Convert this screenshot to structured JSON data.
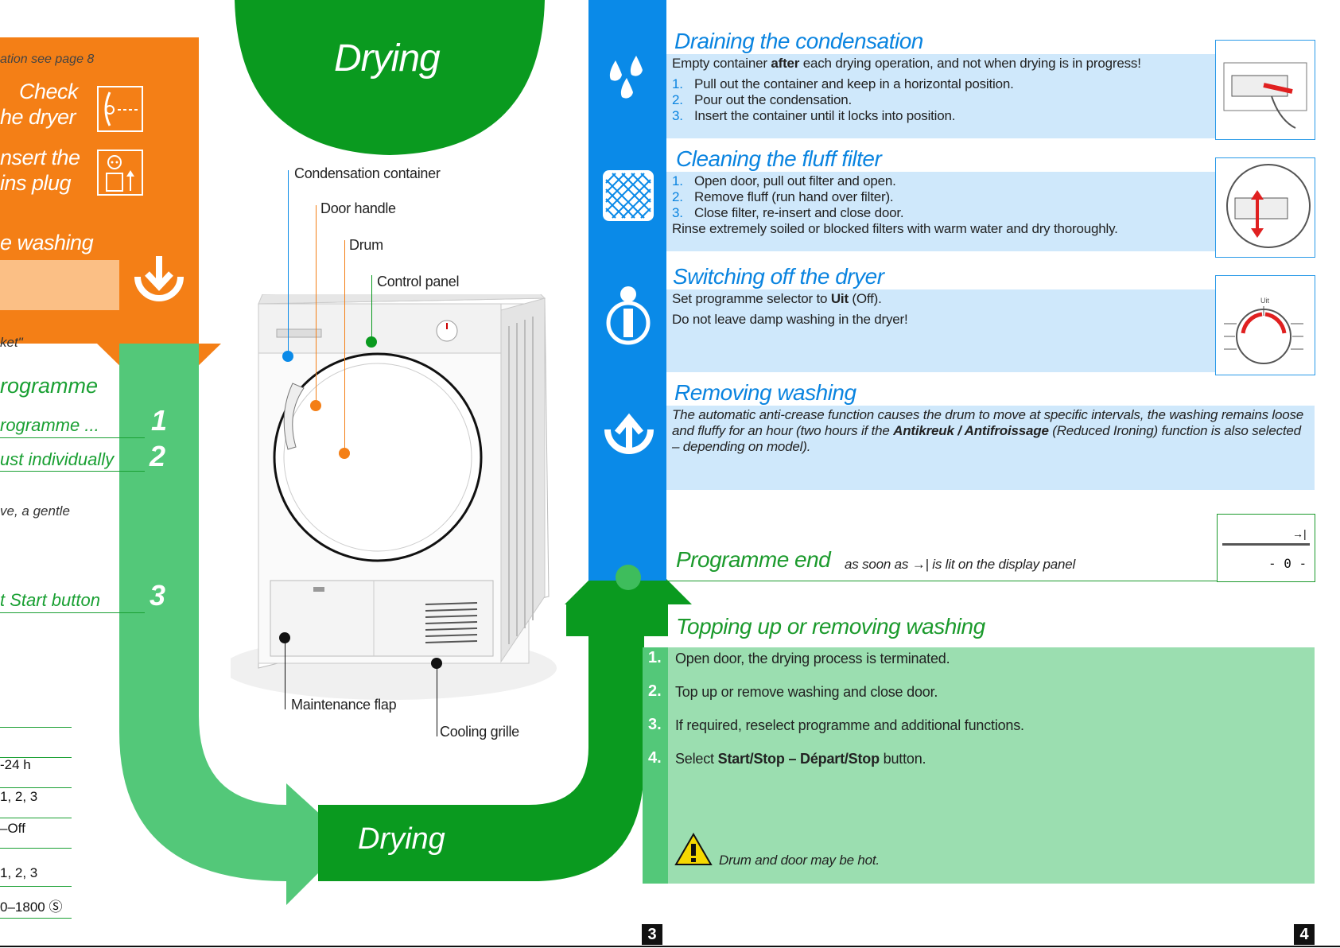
{
  "left": {
    "note": "ation see page 8",
    "check_1": "Check",
    "check_2": "he dryer",
    "insert_1": "nsert the",
    "insert_2": "ins plug",
    "washing": "e washing",
    "basket": "ket\"",
    "programme": "rogramme",
    "step1": "rogramme ...",
    "step2": "ust individually",
    "step_note": "ve, a gentle",
    "step3": "t Start button",
    "n1": "1",
    "n2": "2",
    "n3": "3",
    "table": [
      "-24 h",
      "1, 2, 3",
      "–Off",
      "1, 2, 3",
      "0–1800 Ⓢ"
    ]
  },
  "center": {
    "title": "Drying",
    "labels": {
      "condensation_container": "Condensation container",
      "door_handle": "Door handle",
      "drum": "Drum",
      "control_panel": "Control panel",
      "maintenance_flap": "Maintenance flap",
      "cooling_grille": "Cooling grille"
    },
    "bottom_label": "Drying"
  },
  "right": {
    "draining": {
      "title": "Draining the condensation",
      "intro_pre": "Empty container ",
      "intro_bold": "after",
      "intro_post": " each drying operation, and not when drying is in progress!",
      "steps": [
        "Pull out the container and keep in a horizontal position.",
        "Pour out the condensation.",
        "Insert the container until it locks into position."
      ]
    },
    "fluff": {
      "title": "Cleaning the fluff filter",
      "steps": [
        "Open door, pull out filter and open.",
        "Remove fluff (run hand over filter).",
        "Close filter, re-insert and close door."
      ],
      "rinse": "Rinse extremely soiled or blocked filters with warm water and dry thoroughly."
    },
    "switch_off": {
      "title": "Switching off the dryer",
      "line1_pre": "Set programme selector to ",
      "line1_bold": "Uit",
      "line1_post": " (Off).",
      "line2": "Do not leave damp washing in the dryer!",
      "dial_label": "Uit"
    },
    "removing": {
      "title": "Removing washing",
      "text_pre": "The automatic anti-crease function causes the drum to move at specific intervals, the washing remains loose and fluffy for an hour (two hours if the ",
      "text_bold": "Antikreuk / Antifroissage",
      "text_post": " (Reduced Ironing) function is also selected – depending on model)."
    },
    "prog_end": {
      "title": "Programme end",
      "sub": "as soon as →| is lit on the display panel",
      "display": "- 0 -",
      "arrow": "→|"
    },
    "topping": {
      "title": "Topping up or removing washing",
      "steps": [
        {
          "n": "1.",
          "text": "Open door, the drying process is terminated."
        },
        {
          "n": "2.",
          "text": "Top up or remove washing and close door."
        },
        {
          "n": "3.",
          "text": "If required, reselect programme and additional functions."
        }
      ],
      "step4_n": "4.",
      "step4_pre": "Select ",
      "step4_bold": "Start/Stop – Départ/Stop",
      "step4_post": " button.",
      "warning": "Drum and door may be hot."
    }
  },
  "page_numbers": [
    "3",
    "4"
  ],
  "colors": {
    "orange": "#f47f16",
    "light_orange": "#fbbf85",
    "green": "#53c879",
    "dark_green": "#0a9a1f",
    "blue": "#0a8ae8",
    "light_blue": "#cfe8fb",
    "light_green": "#9bdeb0"
  }
}
